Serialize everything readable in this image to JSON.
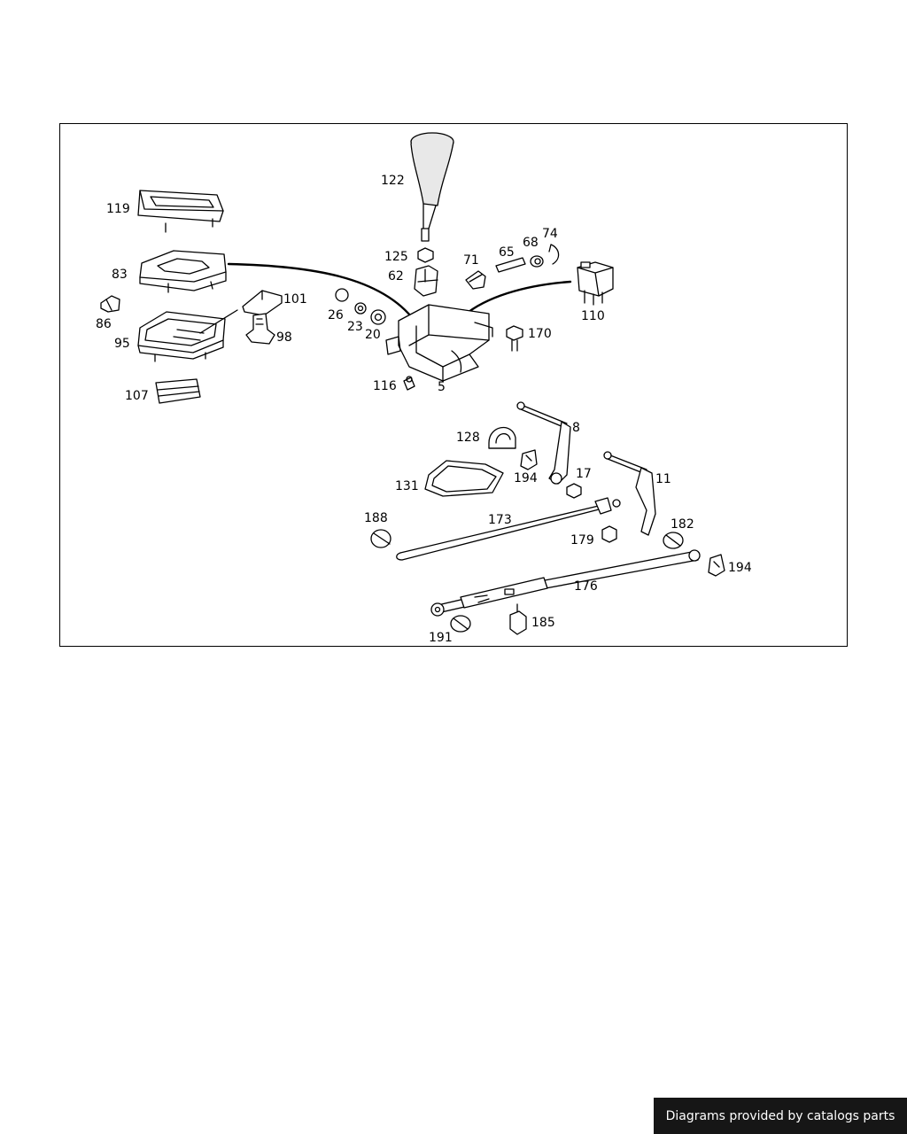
{
  "diagram": {
    "labels": [
      {
        "id": "119",
        "text": "119"
      },
      {
        "id": "83",
        "text": "83"
      },
      {
        "id": "86",
        "text": "86"
      },
      {
        "id": "95",
        "text": "95"
      },
      {
        "id": "101",
        "text": "101"
      },
      {
        "id": "98",
        "text": "98"
      },
      {
        "id": "107",
        "text": "107"
      },
      {
        "id": "122",
        "text": "122"
      },
      {
        "id": "125",
        "text": "125"
      },
      {
        "id": "62",
        "text": "62"
      },
      {
        "id": "26",
        "text": "26"
      },
      {
        "id": "23",
        "text": "23"
      },
      {
        "id": "20",
        "text": "20"
      },
      {
        "id": "71",
        "text": "71"
      },
      {
        "id": "65",
        "text": "65"
      },
      {
        "id": "68",
        "text": "68"
      },
      {
        "id": "74",
        "text": "74"
      },
      {
        "id": "110",
        "text": "110"
      },
      {
        "id": "170",
        "text": "170"
      },
      {
        "id": "116",
        "text": "116"
      },
      {
        "id": "5",
        "text": "5"
      },
      {
        "id": "128",
        "text": "128"
      },
      {
        "id": "8",
        "text": "8"
      },
      {
        "id": "131",
        "text": "131"
      },
      {
        "id": "194a",
        "text": "194"
      },
      {
        "id": "17",
        "text": "17"
      },
      {
        "id": "11",
        "text": "11"
      },
      {
        "id": "188",
        "text": "188"
      },
      {
        "id": "173",
        "text": "173"
      },
      {
        "id": "179",
        "text": "179"
      },
      {
        "id": "182",
        "text": "182"
      },
      {
        "id": "194b",
        "text": "194"
      },
      {
        "id": "176",
        "text": "176"
      },
      {
        "id": "191",
        "text": "191"
      },
      {
        "id": "185",
        "text": "185"
      }
    ]
  },
  "footer": {
    "text": "Diagrams provided by catalogs parts"
  }
}
